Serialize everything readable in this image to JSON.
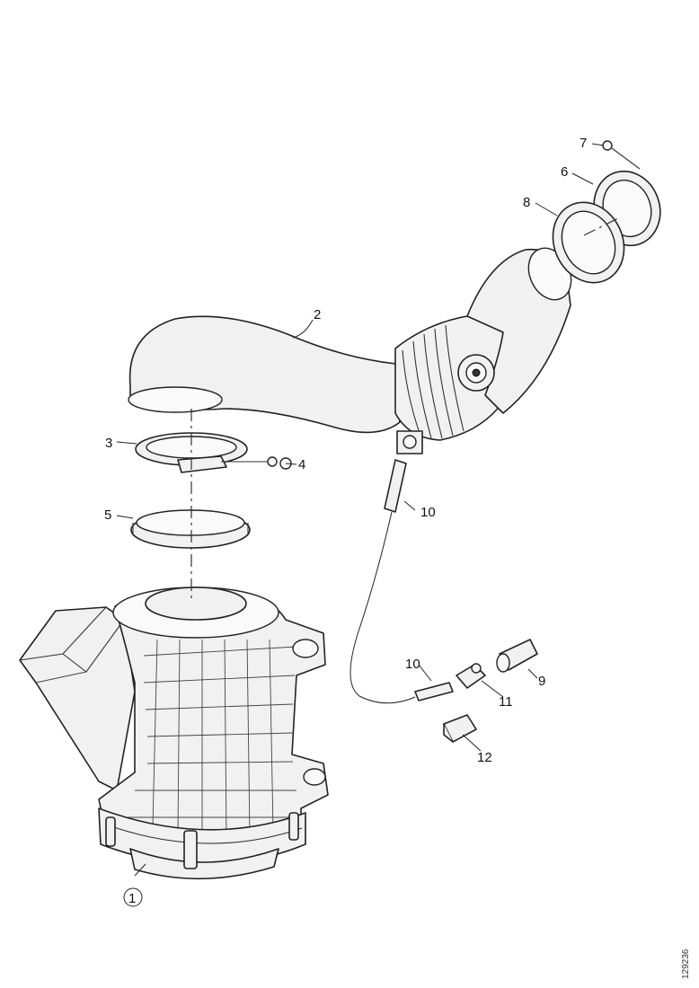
{
  "diagram": {
    "callouts": {
      "c1": "1",
      "c2": "2",
      "c3": "3",
      "c4": "4",
      "c5": "5",
      "c6": "6",
      "c7": "7",
      "c8": "8",
      "c9": "9",
      "c10a": "10",
      "c10b": "10",
      "c11": "11",
      "c12": "12"
    },
    "document_id": "129236"
  }
}
